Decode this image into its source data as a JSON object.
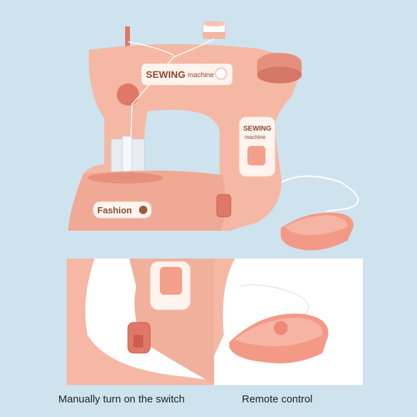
{
  "product": {
    "brand_line_1": "SEWING",
    "brand_line_2": "machine",
    "badge_line_1": "SEWING",
    "badge_line_2": "machine",
    "base_label": "Fashion"
  },
  "panels": [
    {
      "caption": "Manually turn on the switch"
    },
    {
      "caption": "Remote control"
    }
  ],
  "colors": {
    "background": "#cfe3ef",
    "body": "#f4b8a4",
    "accent": "#e07868",
    "label_brown": "#8a4a30"
  }
}
